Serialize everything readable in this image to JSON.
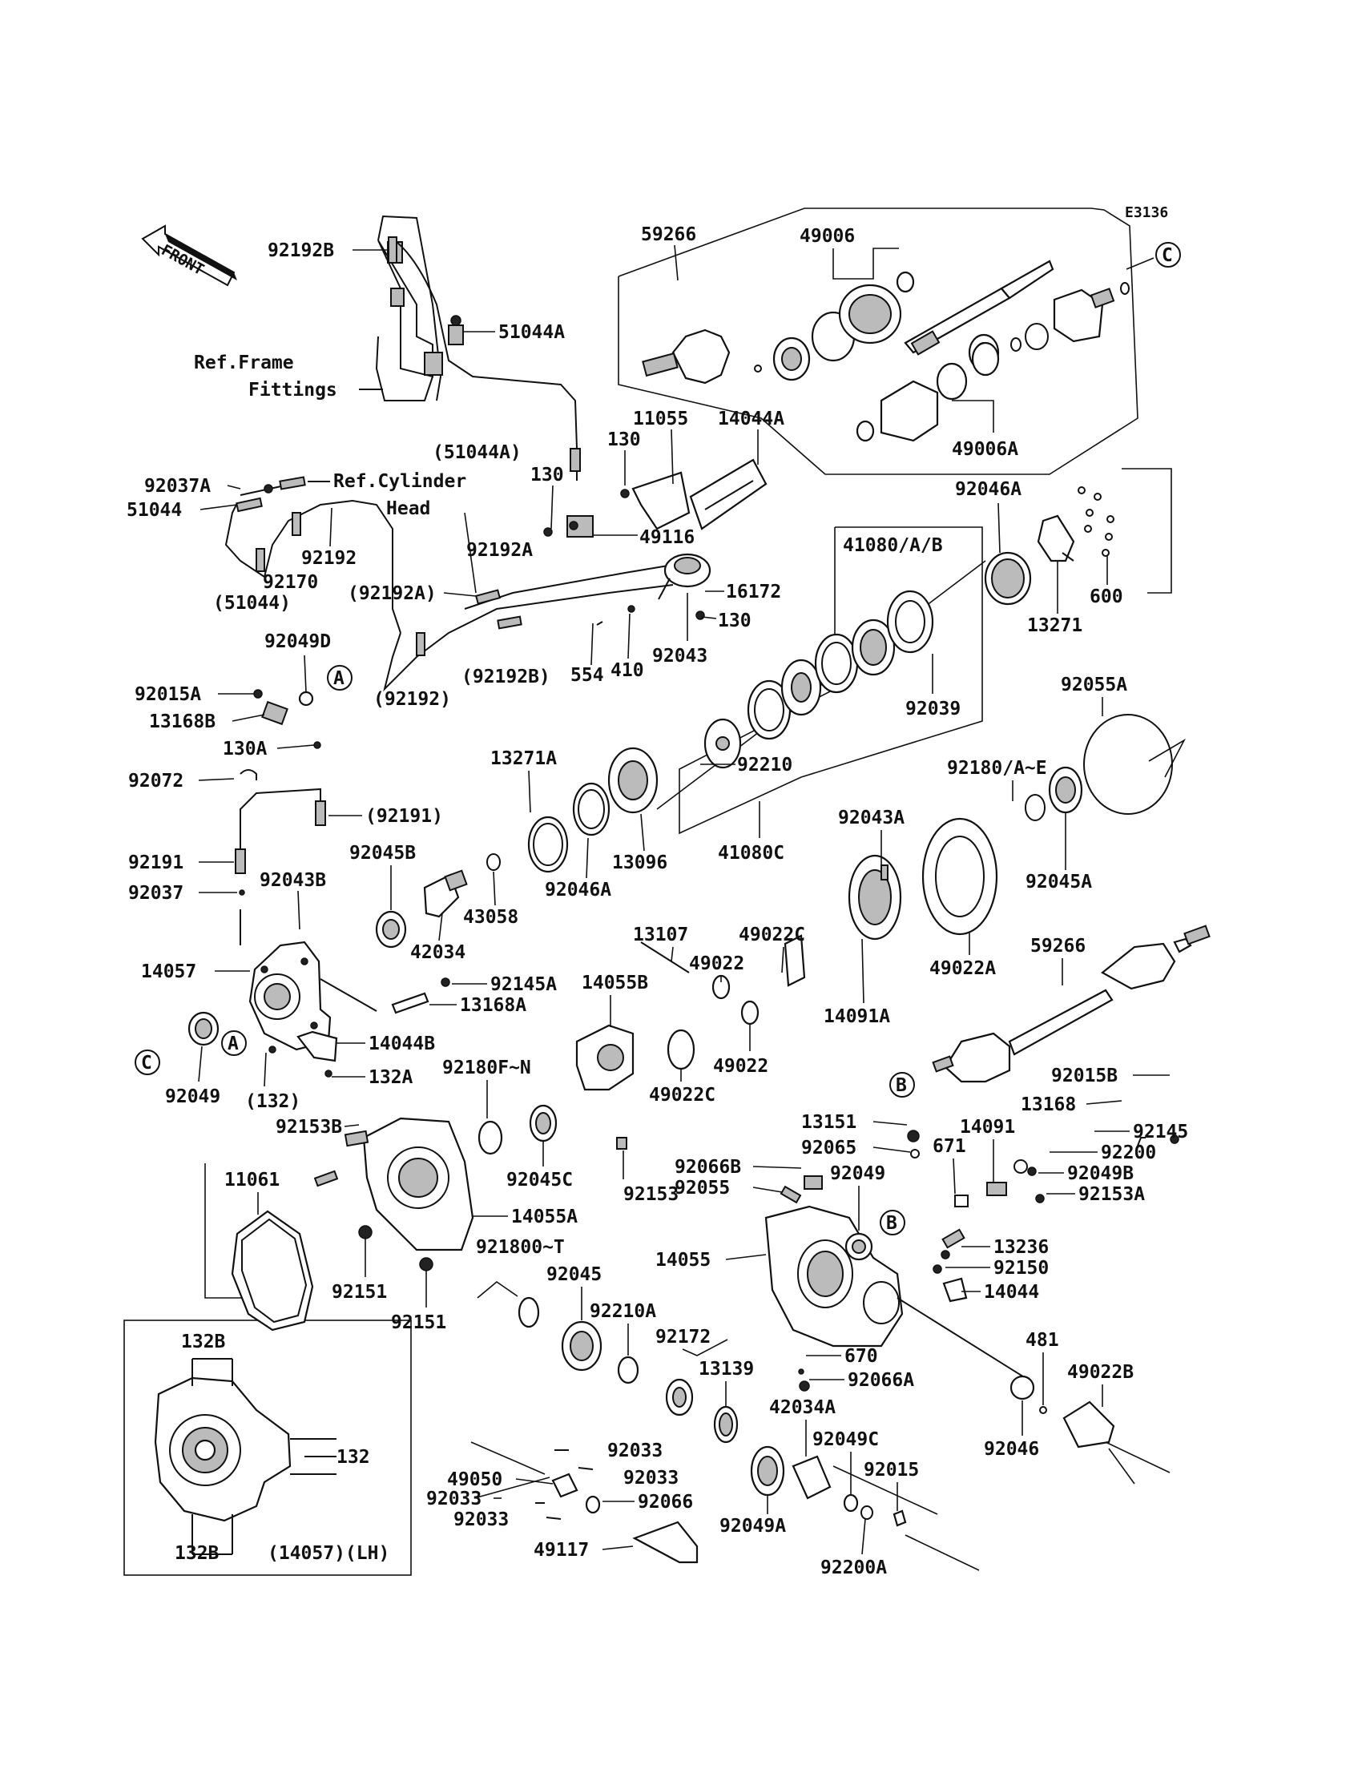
{
  "diagram_code": "E3136",
  "front_label": "FRONT",
  "refs": {
    "frame_line1": "Ref.Frame",
    "frame_line2": "Fittings",
    "cyl_line1": "Ref.Cylinder",
    "cyl_line2": "Head"
  },
  "circle_markers": [
    "A",
    "A",
    "B",
    "B",
    "C",
    "C"
  ],
  "inset": {
    "label_top": "132B",
    "label_bottom": "132B",
    "label_right": "132",
    "caption": "(14057)(LH)"
  },
  "labels": [
    "92192B",
    "51044A",
    "(51044A)",
    "92037A",
    "51044",
    "92192",
    "92170",
    "(51044)",
    "(92192A)",
    "92192A",
    "(92192B)",
    "(92192)",
    "554",
    "410",
    "92043",
    "130",
    "16172",
    "49116",
    "11055",
    "14044A",
    "130",
    "130",
    "59266",
    "49006",
    "49006A",
    "92046A",
    "41080/A/B",
    "13271",
    "600",
    "92039",
    "92049D",
    "92015A",
    "13168B",
    "130A",
    "92072",
    "(92191)",
    "92191",
    "92037",
    "92043B",
    "92045B",
    "13271A",
    "92046A",
    "13096",
    "92210",
    "41080C",
    "42034",
    "43058",
    "14057",
    "92145A",
    "13168A",
    "14044B",
    "132A",
    "(132)",
    "92049",
    "92055A",
    "92180/A~E",
    "92045A",
    "92043A",
    "49022A",
    "14091A",
    "59266",
    "13107",
    "49022C",
    "49022",
    "49022",
    "14055B",
    "49022C",
    "92153",
    "92180F~N",
    "92045C",
    "92153B",
    "11061",
    "14055A",
    "92151",
    "92151",
    "921800~T",
    "92045",
    "92210A",
    "92172",
    "13139",
    "42034A",
    "92049C",
    "92015",
    "92200A",
    "92049A",
    "92033",
    "92033",
    "92033",
    "92033",
    "49050",
    "92066",
    "49117",
    "92015B",
    "13168",
    "92145",
    "14091",
    "671",
    "92200",
    "92049B",
    "92153A",
    "13151",
    "92065",
    "92066B",
    "92055",
    "92049",
    "14055",
    "13236",
    "92150",
    "14044",
    "670",
    "92066A",
    "481",
    "49022B",
    "92046"
  ]
}
